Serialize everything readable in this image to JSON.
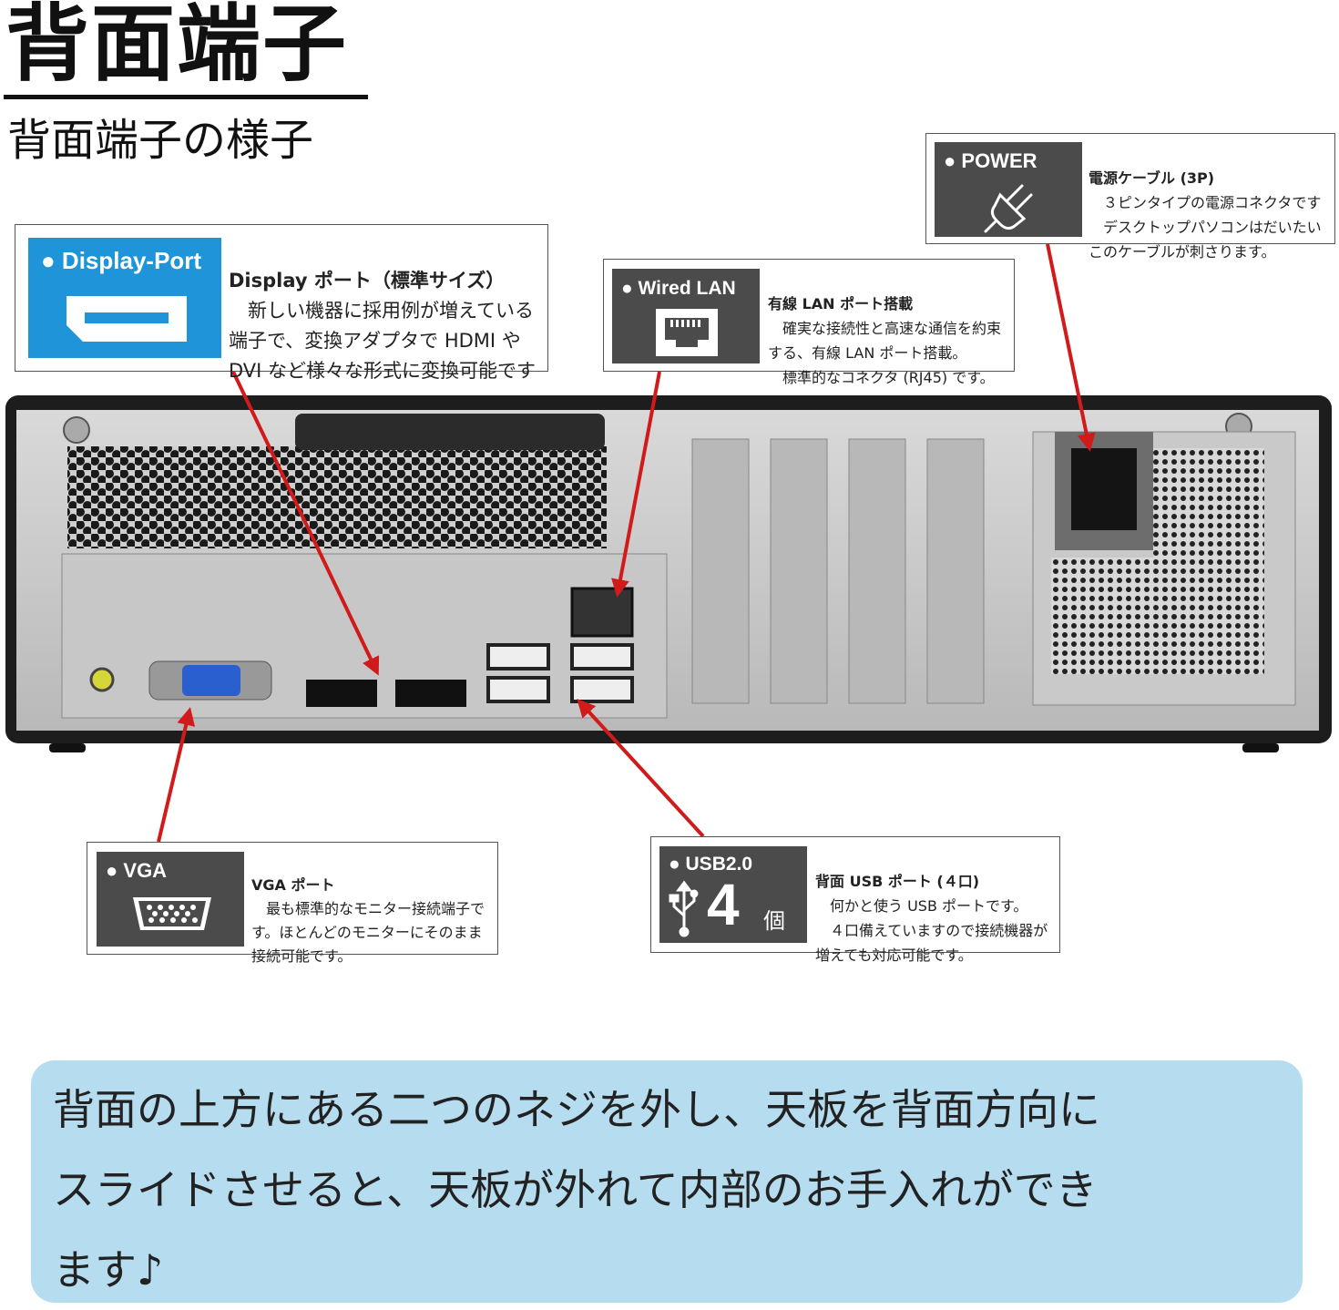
{
  "header": {
    "title": "背面端子",
    "subtitle": "背面端子の様子"
  },
  "callouts": {
    "displayport": {
      "badge": "● Display-Port",
      "title": "Display ポート（標準サイズ）",
      "body": "　新しい機器に採用例が増えている\n端子で、変換アダプタで HDMI や\nDVI など様々な形式に変換可能です"
    },
    "lan": {
      "badge": "● Wired LAN",
      "title": "有線 LAN ポート搭載",
      "body": "　確実な接続性と高速な通信を約束\nする、有線 LAN ポート搭載。\n　標準的なコネクタ (RJ45) です。"
    },
    "power": {
      "badge": "● POWER",
      "title": "電源ケーブル (3P)",
      "body": "　３ピンタイプの電源コネクタです\n　デスクトップパソコンはだいたい\nこのケーブルが刺さります。"
    },
    "vga": {
      "badge": "● VGA",
      "title": "VGA ポート",
      "body": "　最も標準的なモニター接続端子で\nす。ほとんどのモニターにそのまま\n接続可能です。"
    },
    "usb": {
      "badge": "● USB2.0",
      "count": "4",
      "count_unit": "個",
      "title": "背面 USB ポート (４口)",
      "body": "　何かと使う USB ポートです。\n　４口備えていますので接続機器が\n増えても対応可能です。"
    }
  },
  "note": {
    "text": "背面の上方にある二つのネジを外し、天板を背面方向に\nスライドさせると、天板が外れて内部のお手入れができ\nます♪"
  },
  "colors": {
    "arrow": "#d11a1a",
    "badge_dark": "#4b4b4b",
    "badge_blue": "#1f94d9",
    "note_bg": "#b6dcef"
  }
}
